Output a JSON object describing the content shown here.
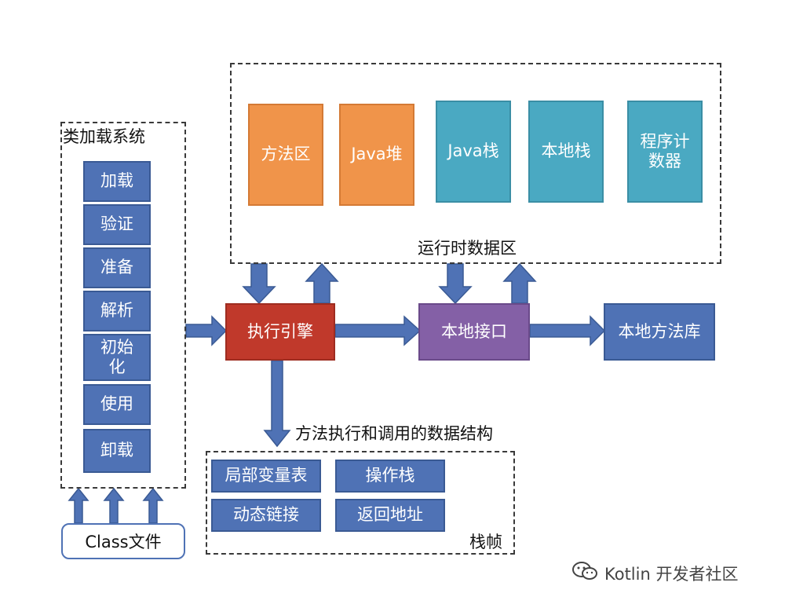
{
  "runtime_area": {
    "label": "运行时数据区",
    "items": [
      "方法区",
      "Java堆",
      "Java栈",
      "本地栈",
      "程序计数器"
    ]
  },
  "class_loader": {
    "label": "类加载系统",
    "steps": [
      "加载",
      "验证",
      "准备",
      "解析",
      "初始化",
      "使用",
      "卸载"
    ]
  },
  "class_file": "Class文件",
  "execution_engine": "执行引擎",
  "native_interface": "本地接口",
  "native_library": "本地方法库",
  "stack_frame": {
    "caption": "方法执行和调用的数据结构",
    "label": "栈帧",
    "items": [
      "局部变量表",
      "操作栈",
      "动态链接",
      "返回地址"
    ]
  },
  "watermark": "Kotlin 开发者社区",
  "colors": {
    "blue": "#4f72b5",
    "orange": "#f0944a",
    "teal": "#4aa9c2",
    "red": "#c0392b",
    "purple": "#8460a6"
  }
}
